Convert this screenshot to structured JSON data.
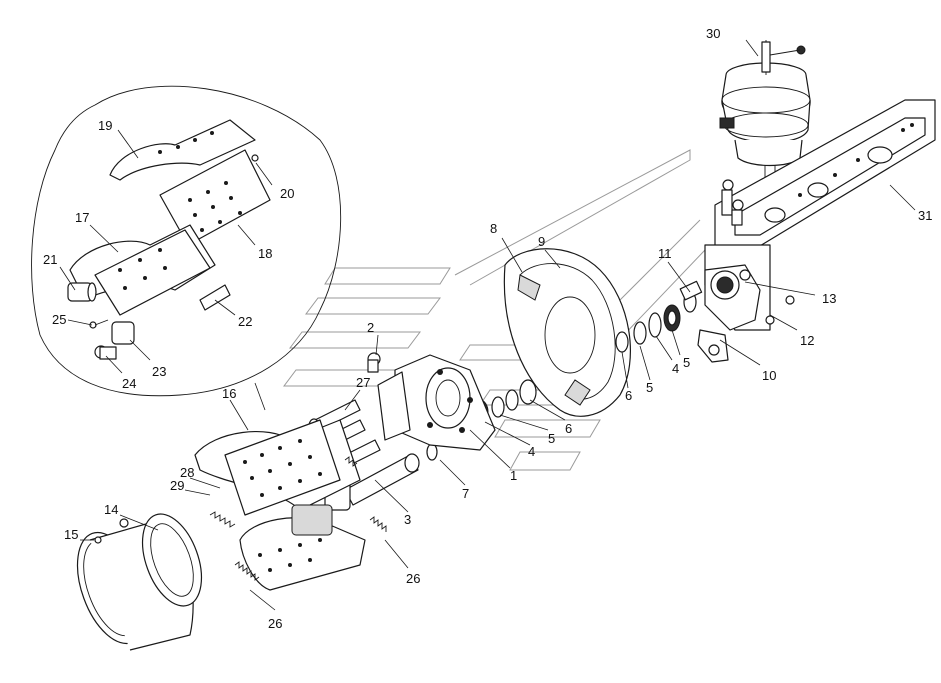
{
  "diagram": {
    "callouts": [
      {
        "id": "c30",
        "label": "30"
      },
      {
        "id": "c19",
        "label": "19"
      },
      {
        "id": "c20",
        "label": "20"
      },
      {
        "id": "c18",
        "label": "18"
      },
      {
        "id": "c17",
        "label": "17"
      },
      {
        "id": "c21",
        "label": "21"
      },
      {
        "id": "c25",
        "label": "25"
      },
      {
        "id": "c22",
        "label": "22"
      },
      {
        "id": "c23",
        "label": "23"
      },
      {
        "id": "c24",
        "label": "24"
      },
      {
        "id": "c8",
        "label": "8"
      },
      {
        "id": "c9",
        "label": "9"
      },
      {
        "id": "c31",
        "label": "31"
      },
      {
        "id": "c11",
        "label": "11"
      },
      {
        "id": "c13",
        "label": "13"
      },
      {
        "id": "c12",
        "label": "12"
      },
      {
        "id": "c10",
        "label": "10"
      },
      {
        "id": "c5a",
        "label": "5"
      },
      {
        "id": "c4a",
        "label": "4"
      },
      {
        "id": "c5b",
        "label": "5"
      },
      {
        "id": "c6a",
        "label": "6"
      },
      {
        "id": "c6b",
        "label": "6"
      },
      {
        "id": "c5c",
        "label": "5"
      },
      {
        "id": "c4b",
        "label": "4"
      },
      {
        "id": "c2",
        "label": "2"
      },
      {
        "id": "c27",
        "label": "27"
      },
      {
        "id": "c16",
        "label": "16"
      },
      {
        "id": "c7",
        "label": "7"
      },
      {
        "id": "c1",
        "label": "1"
      },
      {
        "id": "c28",
        "label": "28"
      },
      {
        "id": "c29",
        "label": "29"
      },
      {
        "id": "c3",
        "label": "3"
      },
      {
        "id": "c14",
        "label": "14"
      },
      {
        "id": "c15",
        "label": "15"
      },
      {
        "id": "c26a",
        "label": "26"
      },
      {
        "id": "c26b",
        "label": "26"
      }
    ]
  }
}
